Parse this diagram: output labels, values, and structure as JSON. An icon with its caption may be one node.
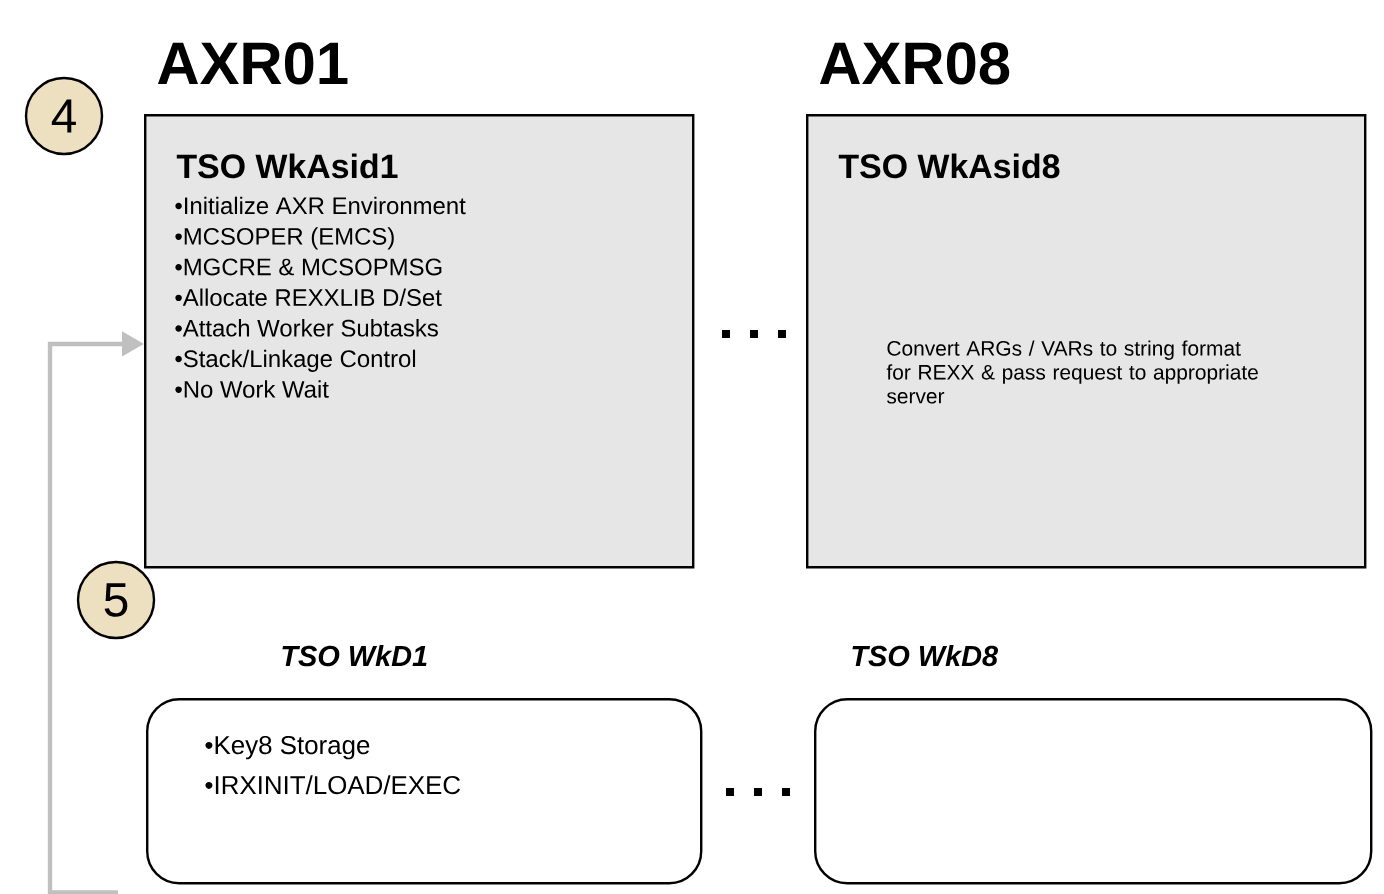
{
  "diagram": {
    "nodes": [
      {
        "text": [
          "AXR01",
          "TSO WkAsid1",
          "•Initialize AXR Environment",
          "•MCSOPER (EMCS)",
          "•MGCRE & MCSOPMSG",
          "•Allocate REXXLIB D/Set",
          "•Attach Worker Subtasks",
          "•Stack/Linkage Control",
          "•No Work Wait"
        ]
      },
      {
        "text": [
          "AXR08",
          "TSO WkAsid8",
          "Convert ARGs / VARs to string format for REXX & pass request to appropriate server"
        ]
      },
      {
        "text": [
          "TSO WkD1",
          "•Key8 Storage",
          "•IRXINIT/LOAD/EXEC"
        ]
      },
      {
        "text": [
          "TSO WkD8"
        ]
      }
    ],
    "edges": [
      {
        "from": 2,
        "to": 0,
        "arrow": "to",
        "color": "#c0c0c0"
      }
    ],
    "labels": [
      "4",
      "5"
    ]
  }
}
